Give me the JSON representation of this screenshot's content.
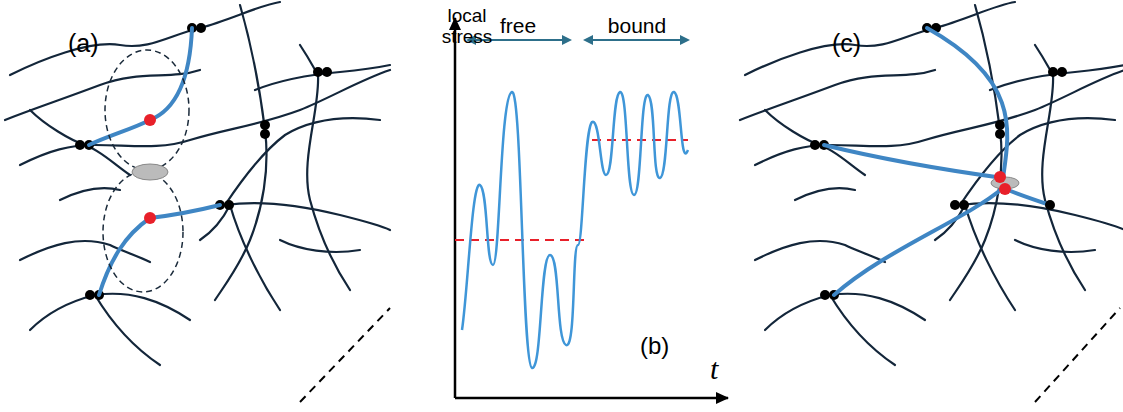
{
  "diagram": {
    "labels": [
      "(a)",
      "local stress",
      "free",
      "bound",
      "(b)",
      "t",
      "(c)"
    ]
  }
}
